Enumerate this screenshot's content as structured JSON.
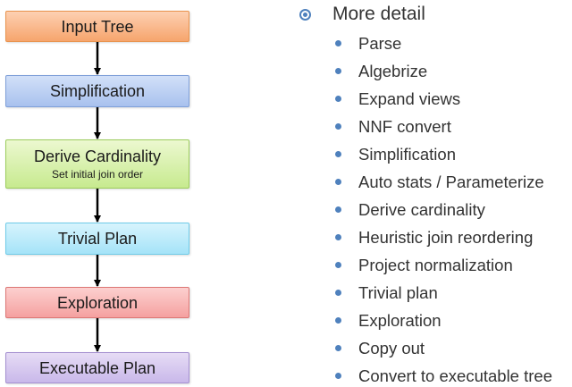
{
  "flow": {
    "steps": [
      {
        "label": "Input Tree",
        "sub": ""
      },
      {
        "label": "Simplification",
        "sub": ""
      },
      {
        "label": "Derive Cardinality",
        "sub": "Set initial join order"
      },
      {
        "label": "Trivial Plan",
        "sub": ""
      },
      {
        "label": "Exploration",
        "sub": ""
      },
      {
        "label": "Executable Plan",
        "sub": ""
      }
    ],
    "colors": {
      "input": "#f6a56d",
      "simplification": "#a8c1ee",
      "derive": "#c7ea8f",
      "trivial": "#a5e3f8",
      "exploration": "#f5a1a0",
      "executable": "#c9b8ea",
      "arrow": "#000000"
    }
  },
  "detail": {
    "heading": "More detail",
    "bullet_icon": "circle-dot-icon",
    "accent": "#4f81bd",
    "items": [
      "Parse",
      "Algebrize",
      "Expand views",
      "NNF convert",
      "Simplification",
      "Auto stats / Parameterize",
      "Derive cardinality",
      "Heuristic join reordering",
      "Project normalization",
      "Trivial plan",
      "Exploration",
      "Copy out",
      "Convert to executable tree"
    ]
  }
}
